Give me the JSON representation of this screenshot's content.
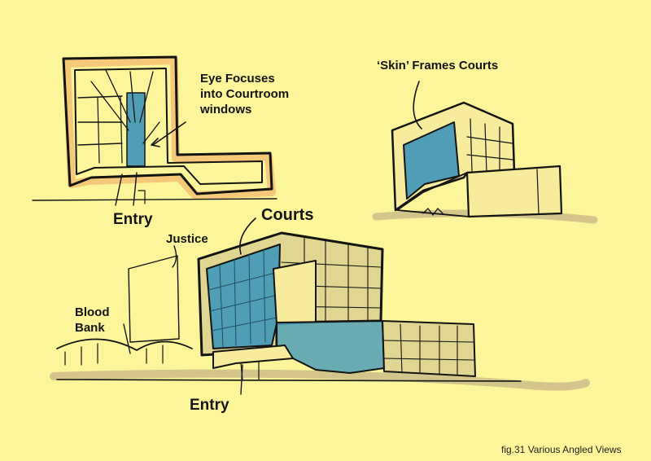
{
  "labels": {
    "eye_focus": [
      "Eye Focuses",
      "into Courtroom",
      "windows"
    ],
    "skin_frames": "‘Skin’ Frames Courts",
    "entry_top": "Entry",
    "courts": "Courts",
    "justice": "Justice",
    "blood_bank": [
      "Blood",
      "Bank"
    ],
    "entry_bottom": "Entry"
  },
  "caption": "fig.31 Various Angled Views",
  "colors": {
    "paper": "#fdf59a",
    "glass": "#4f9eb6",
    "shadow_tan": "#c9b98a",
    "orange_highlight": "#f0a45c",
    "ink": "#141414"
  }
}
